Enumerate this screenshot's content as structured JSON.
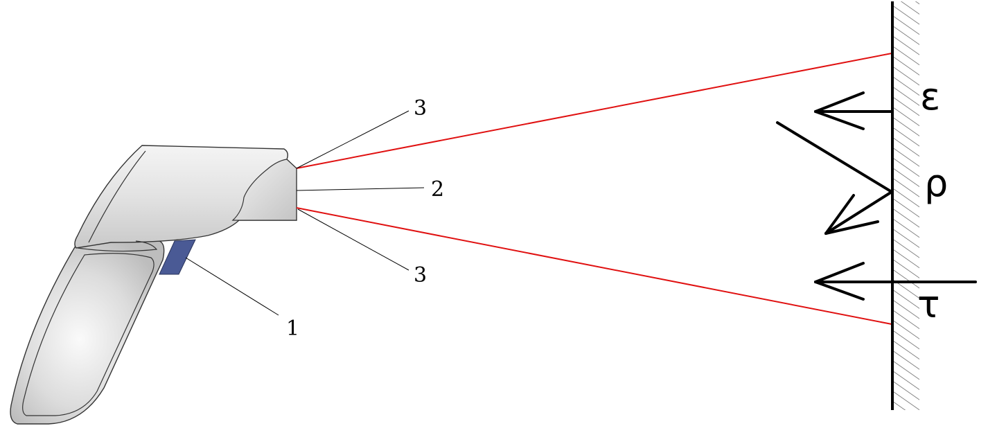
{
  "callouts": {
    "trigger": "1",
    "sensor": "2",
    "beam_top": "3",
    "beam_bottom": "3"
  },
  "symbols": {
    "emission": "ε",
    "reflection": "ρ",
    "transmission": "τ"
  },
  "colors": {
    "beam": "#e01010",
    "lines": "#000000",
    "gun_body": "#dedede",
    "gun_outline": "#333333",
    "trigger": "#4a5a95",
    "hatch": "#555555"
  }
}
